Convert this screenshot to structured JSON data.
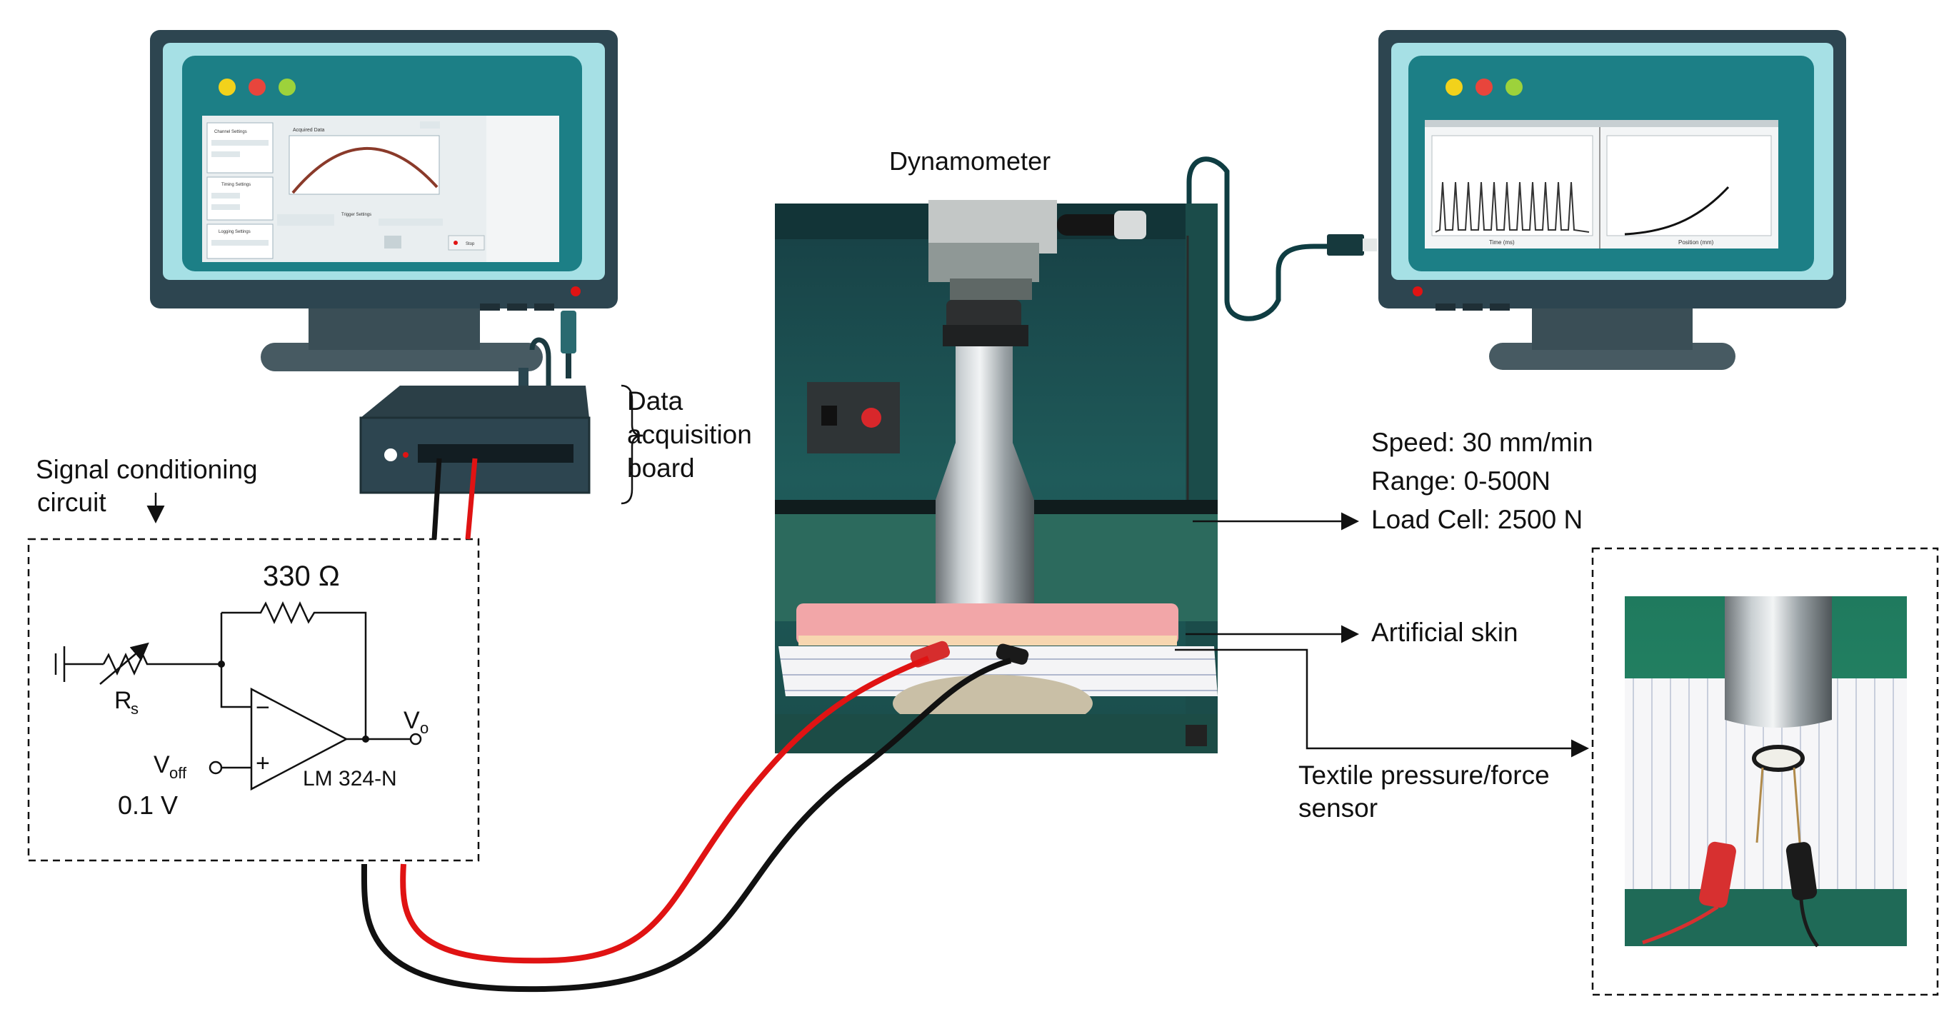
{
  "labels": {
    "dynamometer": "Dynamometer",
    "daq_line1": "Data",
    "daq_line2": "acquisition",
    "daq_line3": "board",
    "signal_line1": "Signal conditioning",
    "signal_line2": "circuit",
    "speed": "Speed: 30 mm/min",
    "range": "Range: 0-500N",
    "load_cell": "Load Cell: 2500 N",
    "artificial_skin": "Artificial skin",
    "sensor_line1": "Textile pressure/force",
    "sensor_line2": "sensor"
  },
  "circuit": {
    "resistor_value": "330 Ω",
    "rs": "R",
    "rs_sub": "s",
    "vo": "V",
    "vo_sub": "o",
    "voff": "V",
    "voff_sub": "off",
    "voff_value": "0.1 V",
    "opamp": "LM 324-N",
    "minus": "−",
    "plus": "+"
  },
  "left_screen": {
    "panel_channel": "Channel Settings",
    "panel_timing": "Timing Settings",
    "panel_logging": "Logging Settings",
    "graph_title": "Acquired Data",
    "trigger": "Trigger Settings",
    "stop": "Stop"
  },
  "right_screen": {
    "left_plot_xlabel": "Time (ms)",
    "right_plot_xlabel": "Position (mm)"
  },
  "colors": {
    "monitor_frame": "#2d4550",
    "screen_teal": "#1c7f86",
    "dot_yellow": "#f2d21b",
    "dot_red": "#e8453c",
    "dot_green": "#9dd23b",
    "wire_red": "#e01313",
    "wire_black": "#111111",
    "skin_pink": "#f2a6a8",
    "machine_green": "#1e5c5a"
  }
}
